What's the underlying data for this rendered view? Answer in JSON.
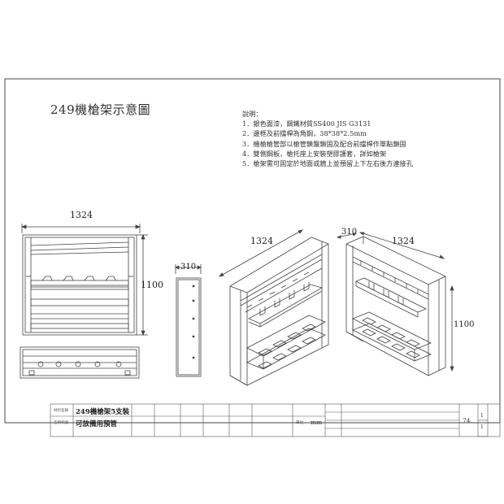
{
  "drawing": {
    "title": "249機槍架示意圖",
    "notes_header": "說明：",
    "notes": [
      "1．銀色面漆，鋼鐵材質SS400 JIS G3131",
      "2．邊框及前擋桿為角鋼，38*38*2.5mm",
      "3．機槍槍管部以槍管鎖盤鎖固及配合前擋桿作單點鎖固",
      "4．雙側鋼板，槍托座上安裝塑膠護套，詳如槍架",
      "5．槍架需可固定於地面或牆上並預留上下左右後方連接孔"
    ],
    "dimensions": {
      "front_width": "1324",
      "front_height": "1100",
      "side_depth": "310",
      "iso_left_width": "1324",
      "iso_right_depth": "310",
      "iso_right_width": "1324",
      "iso_right_height": "1100"
    }
  },
  "title_block": {
    "name_label": "材料名稱",
    "name_value": "249機槍架5支裝",
    "spec_label": "名稱代號",
    "spec_value": "可放備用預管",
    "unit_label": "單位",
    "unit_value": "mm",
    "page_number": "74",
    "sheet_top": "1",
    "sheet_bottom": "1"
  }
}
